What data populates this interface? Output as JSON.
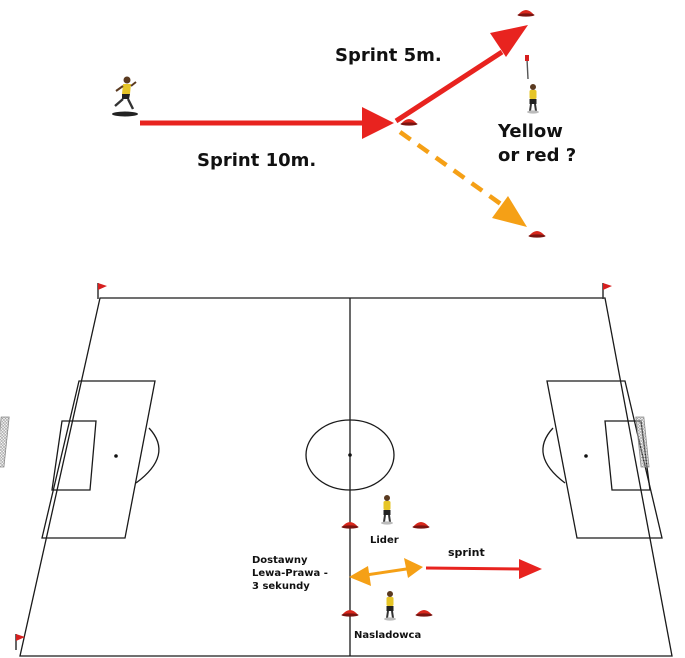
{
  "drill_top": {
    "sprint_long_label": "Sprint 10m.",
    "sprint_short_label": "Sprint 5m.",
    "decision_label_line1": "Yellow",
    "decision_label_line2": "or red ?"
  },
  "drill_field": {
    "leader_label": "Lider",
    "follower_label": "Nasladowca",
    "shuffle_label_line1": "Dostawny",
    "shuffle_label_line2": "Lewa-Prawa -",
    "shuffle_label_line3": "3 sekundy",
    "sprint_label": "sprint"
  },
  "colors": {
    "sprint_arrow": "#e8231f",
    "alt_arrow": "#f5a016",
    "cone": "#d8271c",
    "flag": "#d61f1f",
    "field_line": "#1a1a1a"
  },
  "icons": {
    "player": "player-icon",
    "cone": "cone-icon",
    "flag": "corner-flag-icon",
    "goal": "goal-net-icon"
  }
}
